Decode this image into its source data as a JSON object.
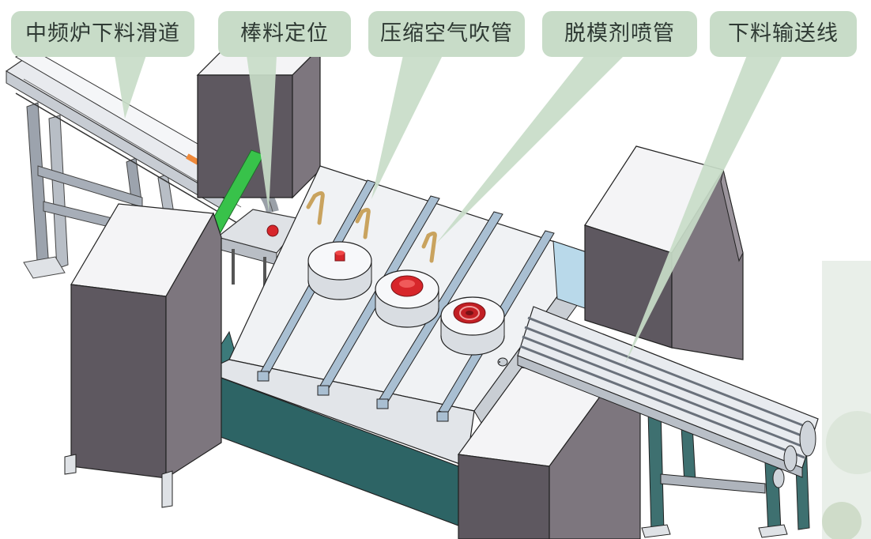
{
  "callouts": [
    {
      "id": "chute",
      "label": "中频炉下料滑道"
    },
    {
      "id": "locator",
      "label": "棒料定位"
    },
    {
      "id": "air",
      "label": "压缩空气吹管"
    },
    {
      "id": "spray",
      "label": "脱模剂喷管"
    },
    {
      "id": "conveyor",
      "label": "下料输送线"
    }
  ],
  "colors": {
    "callout_bg": "#c8dcc8",
    "callout_text": "#2f3a34",
    "press_column": "#6f6870",
    "column_top": "#f4f4f6",
    "bed_base": "#2d6465",
    "bed_surface": "#f0f2f4",
    "t_slot": "#a9bfd2",
    "part_red": "#d7262b",
    "frame_gray": "#8e96a0",
    "band_green": "#38c24a",
    "nozzle_tan": "#c9a35e"
  }
}
